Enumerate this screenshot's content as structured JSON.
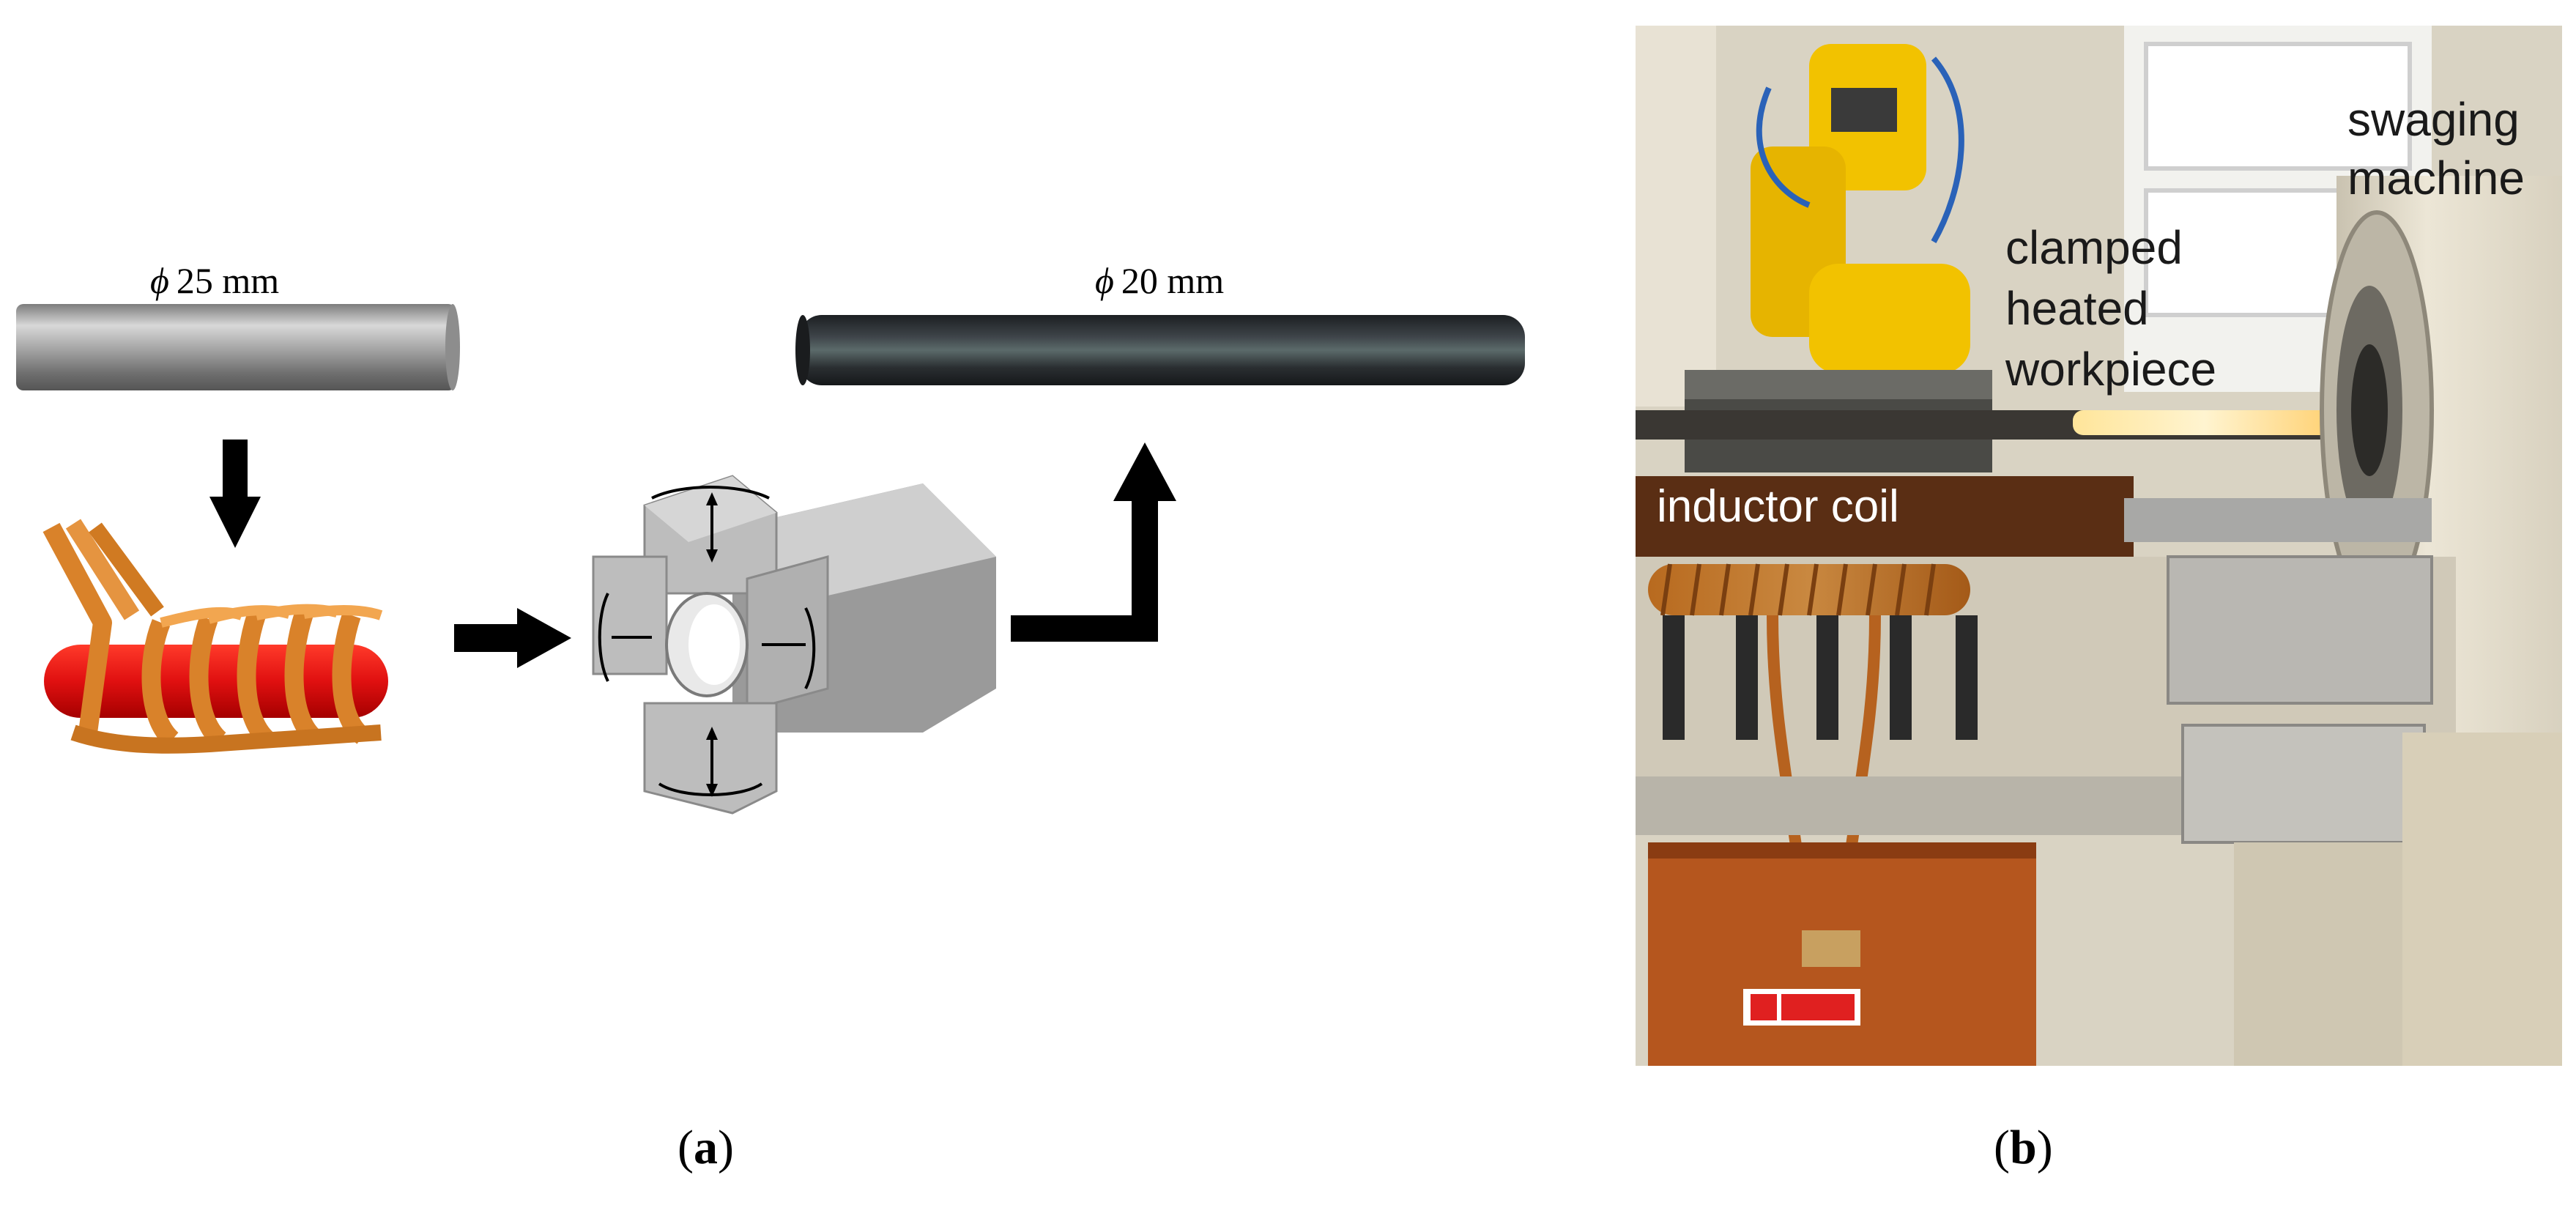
{
  "panel_a": {
    "rod_initial_label_symbol": "ϕ",
    "rod_initial_label_text": "25 mm",
    "rod_final_label_symbol": "ϕ",
    "rod_final_label_text": "20 mm",
    "caption_open": "(",
    "caption_letter": "a",
    "caption_close": ")"
  },
  "panel_b": {
    "label_swaging_line1": "swaging",
    "label_swaging_line2": "machine",
    "label_clamped_line1": "clamped",
    "label_clamped_line2": "heated",
    "label_clamped_line3": "workpiece",
    "label_inductor": "inductor coil",
    "caption_open": "(",
    "caption_letter": "b",
    "caption_close": ")"
  },
  "colors": {
    "rod_steel": "#9a9a9a",
    "rod_dark": "#2a2d30",
    "coil_copper": "#e08a2c",
    "workpiece_red": "#e01010",
    "die_grey": "#bdbdbd",
    "arrow_black": "#000000",
    "robot_yellow": "#f2c200",
    "cabinet_orange": "#b5561e"
  },
  "icons": [
    "down-arrow-icon",
    "right-arrow-icon",
    "up-arrow-icon"
  ]
}
